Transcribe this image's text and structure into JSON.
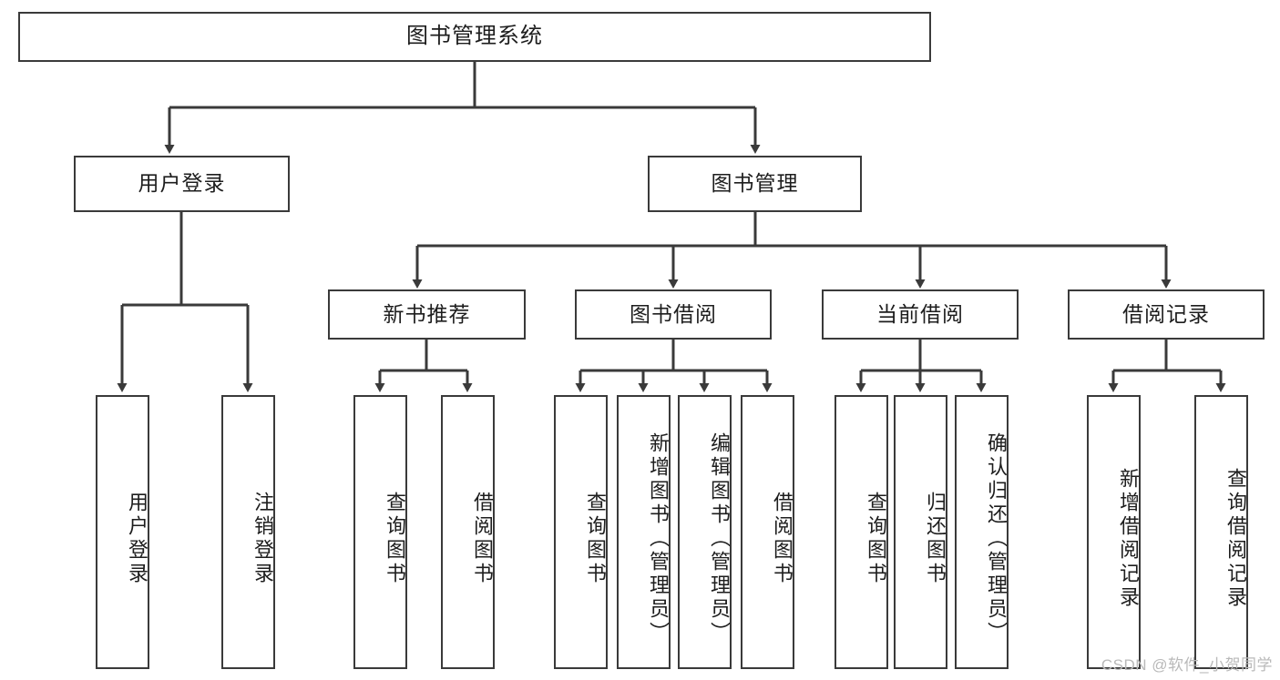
{
  "diagram": {
    "title": "图书管理系统",
    "type": "tree",
    "root": {
      "label": "图书管理系统"
    },
    "level2": [
      {
        "label": "用户登录"
      },
      {
        "label": "图书管理"
      }
    ],
    "level3": [
      {
        "label": "新书推荐"
      },
      {
        "label": "图书借阅"
      },
      {
        "label": "当前借阅"
      },
      {
        "label": "借阅记录"
      }
    ],
    "leaves": [
      {
        "label": "用户登录",
        "parent": "用户登录"
      },
      {
        "label": "注销登录",
        "parent": "用户登录"
      },
      {
        "label": "查询图书",
        "parent": "新书推荐"
      },
      {
        "label": "借阅图书",
        "parent": "新书推荐"
      },
      {
        "label": "查询图书",
        "parent": "图书借阅"
      },
      {
        "label": "新增图书（管理员）",
        "parent": "图书借阅"
      },
      {
        "label": "编辑图书（管理员）",
        "parent": "图书借阅"
      },
      {
        "label": "借阅图书",
        "parent": "图书借阅"
      },
      {
        "label": "查询图书",
        "parent": "当前借阅"
      },
      {
        "label": "归还图书",
        "parent": "当前借阅"
      },
      {
        "label": "确认归还（管理员）",
        "parent": "当前借阅"
      },
      {
        "label": "新增借阅记录",
        "parent": "借阅记录"
      },
      {
        "label": "查询借阅记录",
        "parent": "借阅记录"
      }
    ],
    "colors": {
      "stroke": "#3a3a3a",
      "fill": "#ffffff",
      "text": "#1d1d1d",
      "watermark": "#b9b9b9"
    }
  },
  "watermark": {
    "text": "CSDN @软件_小贺同学"
  }
}
